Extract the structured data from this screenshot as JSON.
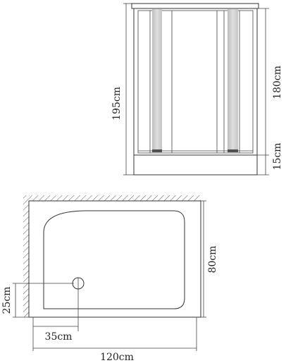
{
  "front_view": {
    "total_height_label": "195cm",
    "cabin_height_label": "180cm",
    "tray_height_label": "15cm"
  },
  "plan_view": {
    "depth_label": "80cm",
    "width_label": "120cm",
    "drain_x_label": "35cm",
    "drain_y_label": "25cm"
  }
}
